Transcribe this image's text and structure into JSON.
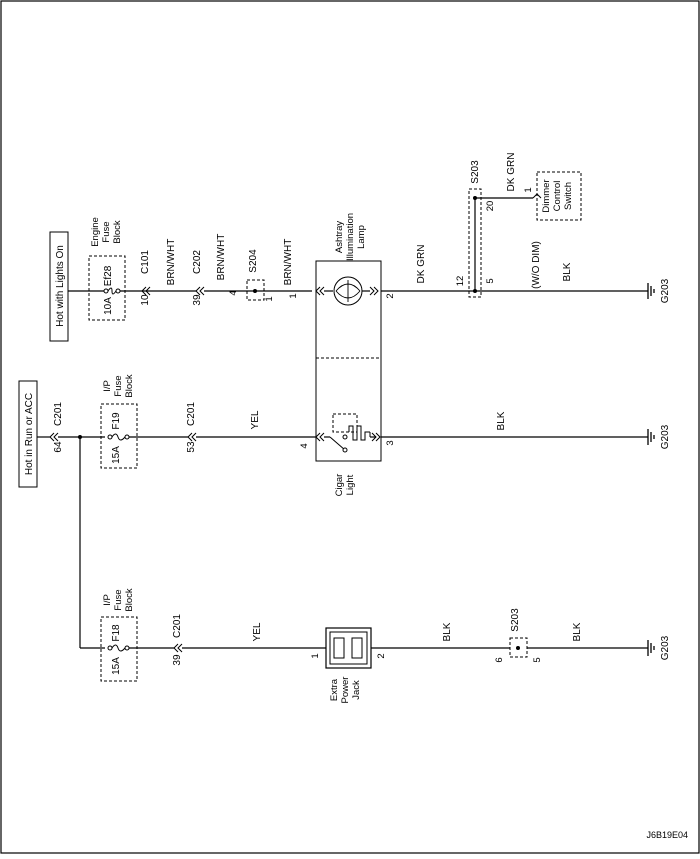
{
  "supplies": {
    "lights_on": "Hot with Lights On",
    "run_acc": "Hot in Run or ACC"
  },
  "fuse_blocks": {
    "engine": [
      "Engine",
      "Fuse",
      "Block"
    ],
    "ip_f19": [
      "I/P",
      "Fuse",
      "Block"
    ],
    "ip_f18": [
      "I/P",
      "Fuse",
      "Block"
    ]
  },
  "fuses": {
    "ef28": {
      "name": "Ef28",
      "rating": "10A"
    },
    "f19": {
      "name": "F19",
      "rating": "15A"
    },
    "f18": {
      "name": "F18",
      "rating": "15A"
    }
  },
  "connectors": {
    "c101": {
      "name": "C101",
      "pin": "10"
    },
    "c202": {
      "name": "C202",
      "pin": "39"
    },
    "c201_supply": {
      "name": "C201",
      "pin": "64"
    },
    "c201_cigar": {
      "name": "C201",
      "pin": "53"
    },
    "c201_jack": {
      "name": "C201",
      "pin": "39"
    }
  },
  "splices": {
    "s204": {
      "name": "S204",
      "pin_in": "4",
      "pin_out": "1"
    },
    "s203_top": {
      "name": "S203",
      "pin_a": "12",
      "pin_b": "5",
      "pin_c": "20"
    },
    "s203_bottom": {
      "name": "S203",
      "pin_in": "6",
      "pin_out": "5"
    }
  },
  "wires": {
    "brn_wht": "BRN/WHT",
    "dk_grn": "DK GRN",
    "yel": "YEL",
    "blk": "BLK",
    "wo_dim": "(W/O DIM)"
  },
  "components": {
    "ashtray_lamp": {
      "label": [
        "Ashtray",
        "Illumination",
        "Lamp"
      ],
      "pin_in": "1",
      "pin_out": "2"
    },
    "cigar_light": {
      "label": [
        "Cigar",
        "Light"
      ],
      "pin_in": "4",
      "pin_out": "3"
    },
    "extra_power_jack": {
      "label": [
        "Extra",
        "Power",
        "Jack"
      ],
      "pin_in": "1",
      "pin_out": "2"
    },
    "dimmer_switch": {
      "label": [
        "Dimmer",
        "Control",
        "Switch"
      ],
      "pin": "1"
    }
  },
  "grounds": [
    "G203",
    "G203",
    "G203"
  ],
  "figure_id": "J6B19E04"
}
